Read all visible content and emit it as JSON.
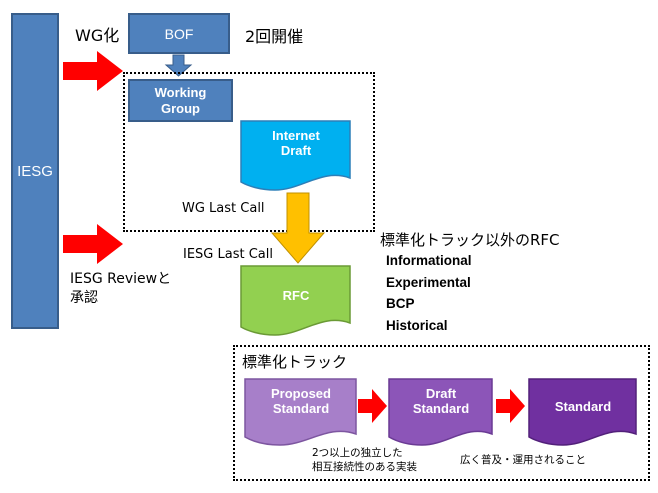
{
  "iesg": {
    "label": "IESG"
  },
  "wg_ka": "WG化",
  "bof": {
    "label": "BOF",
    "note": "2回開催"
  },
  "working_group": {
    "line1": "Working",
    "line2": "Group"
  },
  "internet_draft": {
    "line1": "Internet",
    "line2": "Draft"
  },
  "wg_last_call": "WG Last Call",
  "iesg_last_call": "IESG Last Call",
  "iesg_review": {
    "line1": "IESG Reviewと",
    "line2": "承認"
  },
  "rfc": {
    "label": "RFC"
  },
  "non_standard": {
    "title": "標準化トラック以外のRFC",
    "items": [
      "Informational",
      "Experimental",
      "BCP",
      "Historical"
    ]
  },
  "standards_track": {
    "title": "標準化トラック",
    "proposed": {
      "line1": "Proposed",
      "line2": "Standard"
    },
    "draft": {
      "line1": "Draft",
      "line2": "Standard"
    },
    "standard": {
      "label": "Standard"
    },
    "note1": {
      "line1": "2つ以上の独立した",
      "line2": "相互接続性のある実装"
    },
    "note2": "広く普及・運用されること"
  },
  "colors": {
    "blue_box": "#4f81bd",
    "blue_border": "#385d8a",
    "cyan_doc": "#00b0f0",
    "green_doc": "#92d050",
    "red_arrow": "#ff0000",
    "orange_arrow": "#ffc000",
    "purple_light": "#a77fc9",
    "purple_mid": "#8c55b8",
    "purple_dark": "#7030a0"
  }
}
